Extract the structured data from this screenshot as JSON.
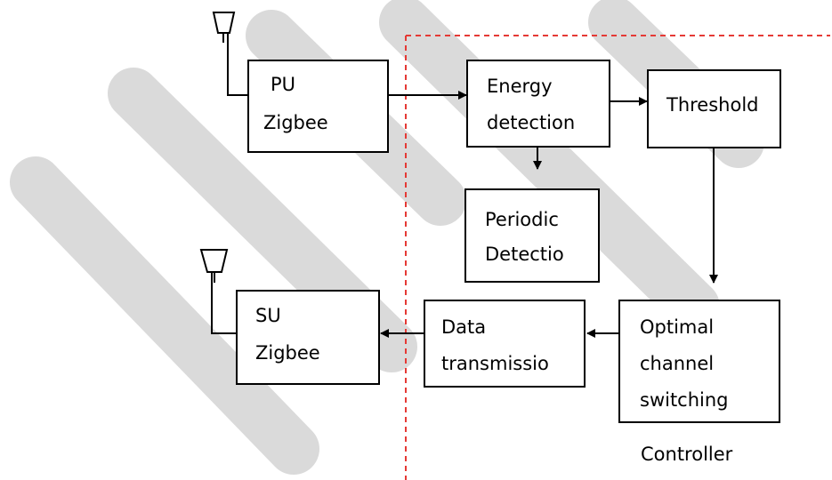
{
  "blocks": {
    "pu_zigbee": {
      "line1": "PU",
      "line2": "Zigbee"
    },
    "energy_detection": {
      "line1": "Energy",
      "line2": "detection"
    },
    "threshold": {
      "line1": "Threshold"
    },
    "periodic_detection": {
      "line1": "Periodic",
      "line2": "Detectio"
    },
    "su_zigbee": {
      "line1": "SU",
      "line2": "Zigbee"
    },
    "data_transmission": {
      "line1": "Data",
      "line2": "transmissio"
    },
    "optimal_channel_switching": {
      "line1": "Optimal",
      "line2": "channel",
      "line3": "switching"
    }
  },
  "region_label": "Controller",
  "colors": {
    "boundary": "#e53935",
    "stroke": "#000000",
    "watermark": "#d6d6d6"
  }
}
